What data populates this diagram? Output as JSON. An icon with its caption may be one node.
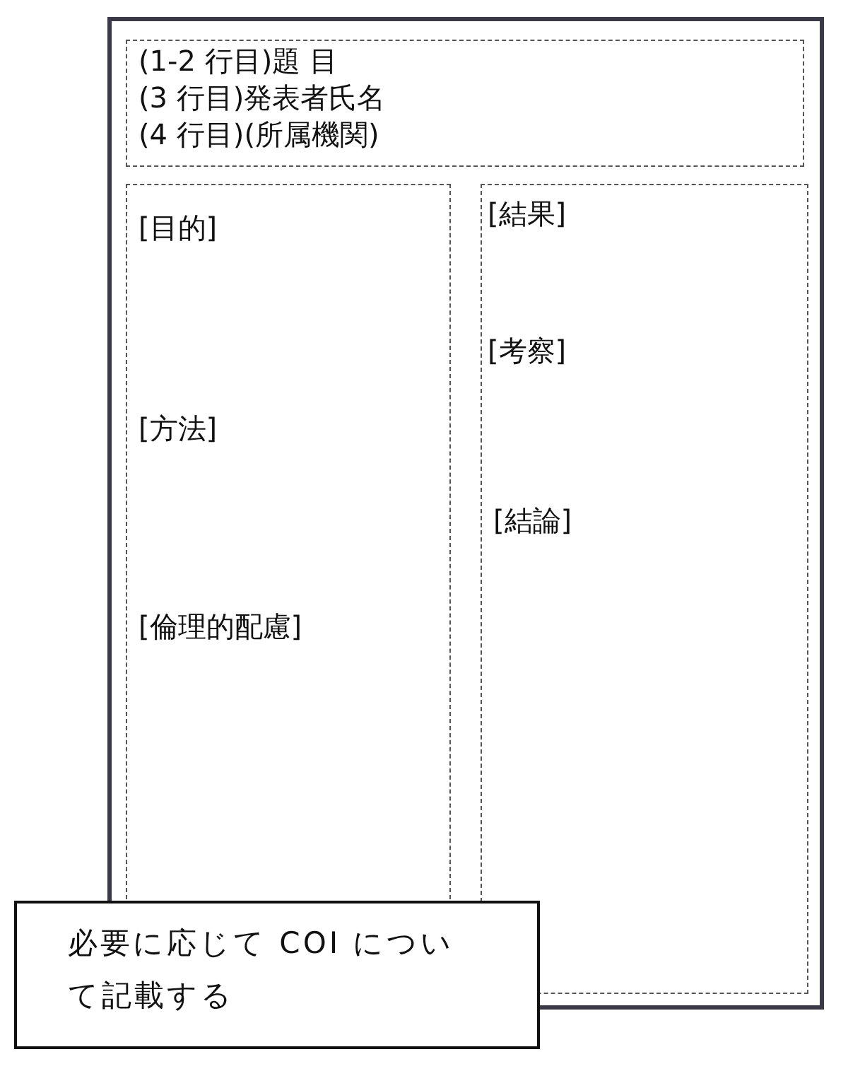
{
  "diagram": {
    "nodes": [
      {
        "text": [],
        "shape": "box"
      },
      {
        "text": [
          "(1-2 行目)題 目",
          "(3 行目)発表者氏名",
          "(4 行目)(所属機関)"
        ],
        "in": 0
      },
      {
        "text": [
          "[目的]",
          "[方法]",
          "[倫理的配慮]"
        ],
        "in": 0
      },
      {
        "text": [
          "[結果]",
          "[考察]",
          "[結論]"
        ],
        "in": 0
      },
      {
        "text": [
          "必要に応じて COI について記載する"
        ]
      }
    ],
    "edges": []
  }
}
